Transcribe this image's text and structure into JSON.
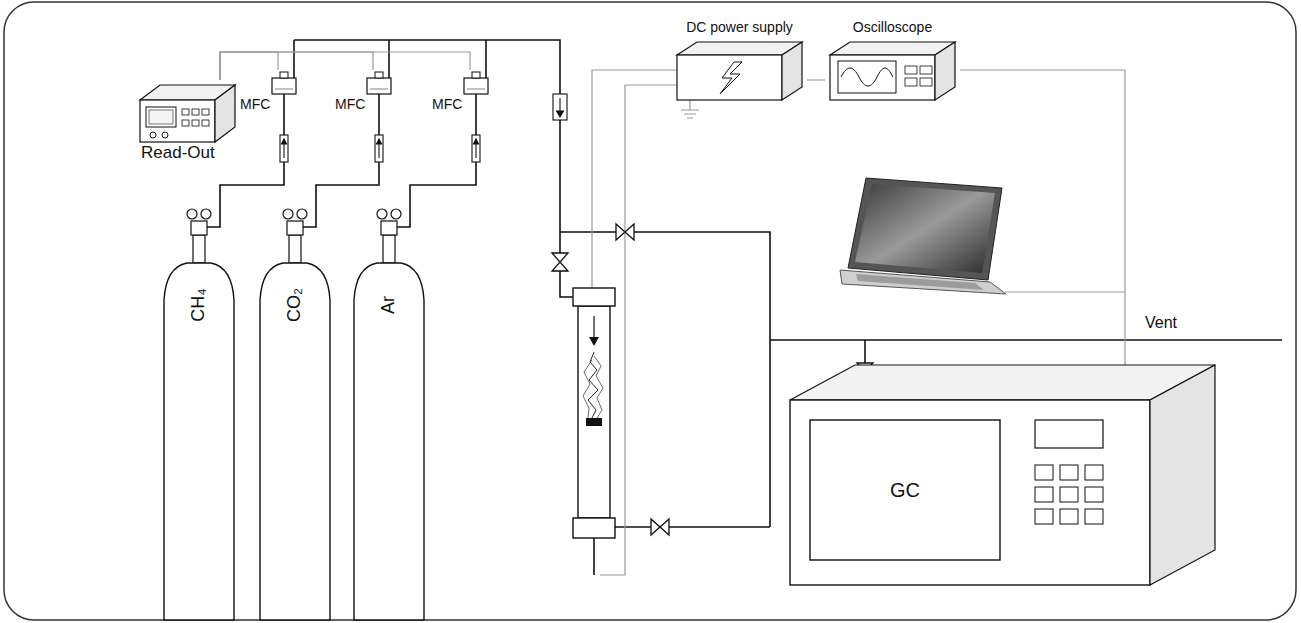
{
  "diagram": {
    "nodes": [
      {
        "text": [
          "Read-Out"
        ]
      },
      {
        "text": [
          "MFC"
        ]
      },
      {
        "text": [
          "MFC"
        ]
      },
      {
        "text": [
          "MFC"
        ]
      },
      {
        "text": [
          "CH₄"
        ]
      },
      {
        "text": [
          "CO₂"
        ]
      },
      {
        "text": [
          "Ar"
        ]
      },
      {
        "text": [
          "DC power supply"
        ]
      },
      {
        "text": [
          "Oscilloscope"
        ]
      },
      {
        "text": [
          "GC"
        ]
      }
    ],
    "edges": [
      {
        "from": 4,
        "to": 1,
        "arrow": "none"
      },
      {
        "from": 5,
        "to": 2,
        "arrow": "none"
      },
      {
        "from": 6,
        "to": 3,
        "arrow": "none"
      },
      {
        "from": 0,
        "to": 1,
        "arrow": "none"
      },
      {
        "from": 0,
        "to": 2,
        "arrow": "none"
      },
      {
        "from": 0,
        "to": 3,
        "arrow": "none"
      },
      {
        "from": 7,
        "to": 8,
        "arrow": "none"
      },
      {
        "from": 8,
        "to": 9,
        "arrow": "none"
      }
    ],
    "labels": [
      "Vent"
    ]
  }
}
